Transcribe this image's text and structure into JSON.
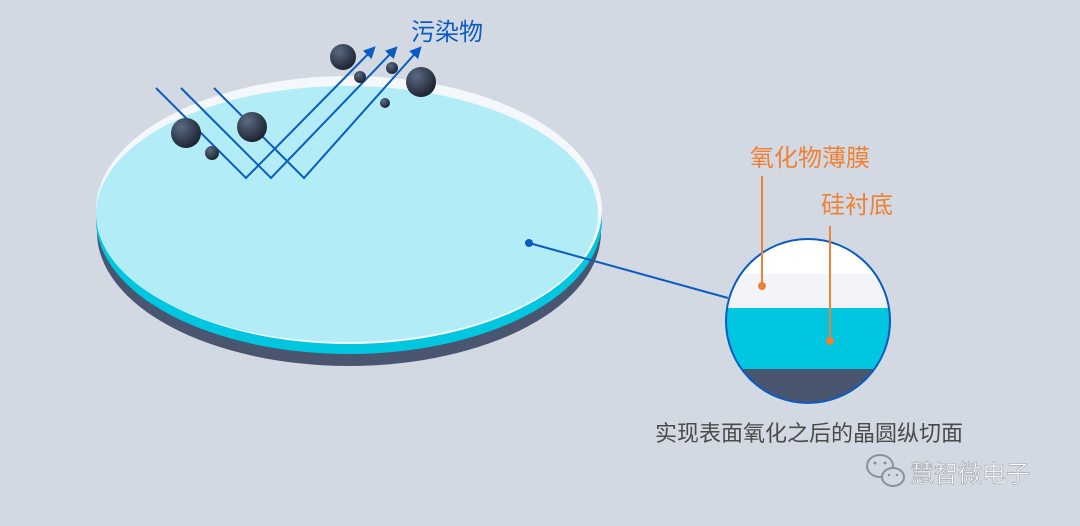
{
  "labels": {
    "contaminants": "污染物",
    "oxide_film": "氧化物薄膜",
    "silicon_substrate": "硅衬底",
    "caption": "实现表面氧化之后的晶圆纵切面",
    "watermark": "慧智微电子"
  },
  "colors": {
    "background": "#d3d9e3",
    "wafer_top": "#b2ecf6",
    "wafer_oxide_edge": "#ffffff",
    "wafer_rim_cyan": "#00c6e0",
    "wafer_base": "#4a5570",
    "particle": "#222b3a",
    "arrow_blue": "#0b5cc2",
    "label_blue": "#0b5cc2",
    "label_orange": "#ef8134",
    "caption_gray": "#4a4a4a",
    "section_oxide": "#f2f4f7",
    "section_silicon": "#00c6e0",
    "section_base": "#4a5570"
  },
  "icons": {
    "watermark_icon": "wechat-icon"
  }
}
